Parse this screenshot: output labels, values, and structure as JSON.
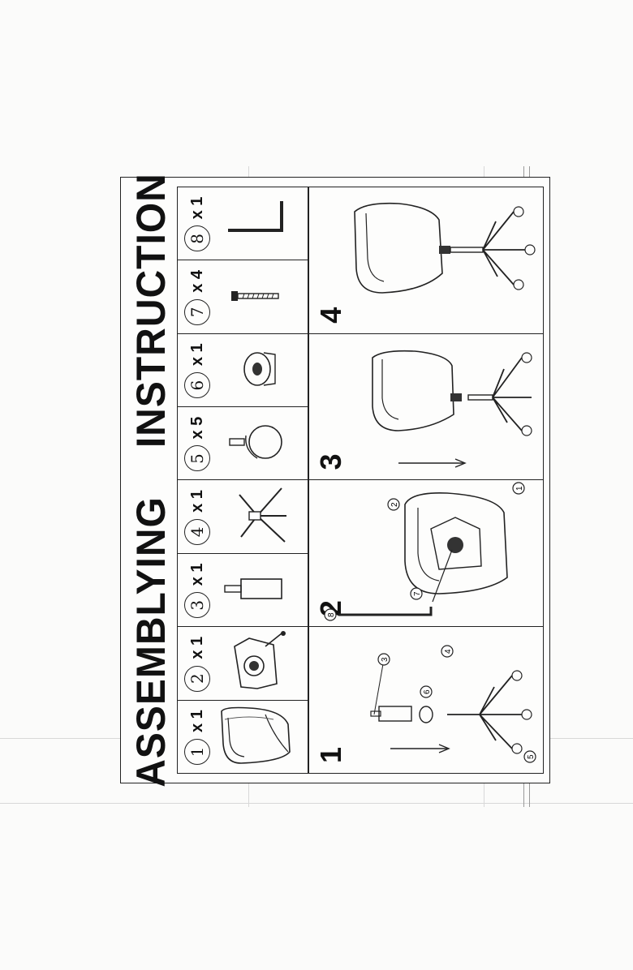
{
  "document": {
    "title_part1": "ASSEMBLYING",
    "title_part2": "INSTRUCTION"
  },
  "parts": [
    {
      "number": "1",
      "qty": "x 1",
      "icon": "seat-shell-icon"
    },
    {
      "number": "2",
      "qty": "x 1",
      "icon": "tilt-mechanism-icon"
    },
    {
      "number": "3",
      "qty": "x 1",
      "icon": "gas-cylinder-icon"
    },
    {
      "number": "4",
      "qty": "x 1",
      "icon": "star-base-icon"
    },
    {
      "number": "5",
      "qty": "x 5",
      "icon": "caster-wheel-icon"
    },
    {
      "number": "6",
      "qty": "x 1",
      "icon": "cylinder-cover-icon"
    },
    {
      "number": "7",
      "qty": "x 4",
      "icon": "screw-icon"
    },
    {
      "number": "8",
      "qty": "x 1",
      "icon": "allen-key-icon"
    }
  ],
  "steps": [
    {
      "number": "1",
      "callouts": [
        "3",
        "6",
        "4",
        "5"
      ]
    },
    {
      "number": "2",
      "callouts": [
        "8",
        "7",
        "1",
        "2"
      ]
    },
    {
      "number": "3",
      "callouts": []
    },
    {
      "number": "4",
      "callouts": []
    }
  ]
}
